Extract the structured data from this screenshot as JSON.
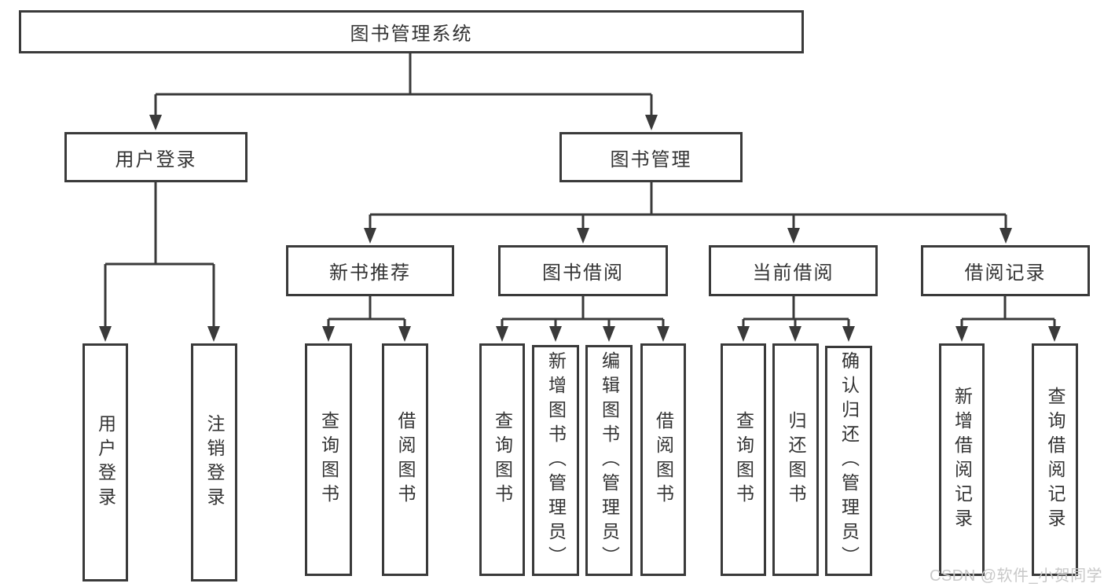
{
  "diagram_title": "图书管理系统",
  "colors": {
    "line": "#3a3a3a",
    "box_border": "#3a3a3a",
    "text": "#333333",
    "background": "#ffffff",
    "watermark_text": "#c8c8c8"
  },
  "tree": {
    "root": {
      "label": "图书管理系统"
    },
    "branches": [
      {
        "label": "用户登录",
        "children": [
          {
            "label": "用户登录"
          },
          {
            "label": "注销登录"
          }
        ]
      },
      {
        "label": "图书管理",
        "children": [
          {
            "label": "新书推荐",
            "children": [
              {
                "label": "查询图书"
              },
              {
                "label": "借阅图书"
              }
            ]
          },
          {
            "label": "图书借阅",
            "children": [
              {
                "label": "查询图书"
              },
              {
                "label": "新增图书（管理员）"
              },
              {
                "label": "编辑图书（管理员）"
              },
              {
                "label": "借阅图书"
              }
            ]
          },
          {
            "label": "当前借阅",
            "children": [
              {
                "label": "查询图书"
              },
              {
                "label": "归还图书"
              },
              {
                "label": "确认归还（管理员）"
              }
            ]
          },
          {
            "label": "借阅记录",
            "children": [
              {
                "label": "新增借阅记录"
              },
              {
                "label": "查询借阅记录"
              }
            ]
          }
        ]
      }
    ]
  },
  "watermark": {
    "text": "CSDN @软件_小贺同学"
  }
}
